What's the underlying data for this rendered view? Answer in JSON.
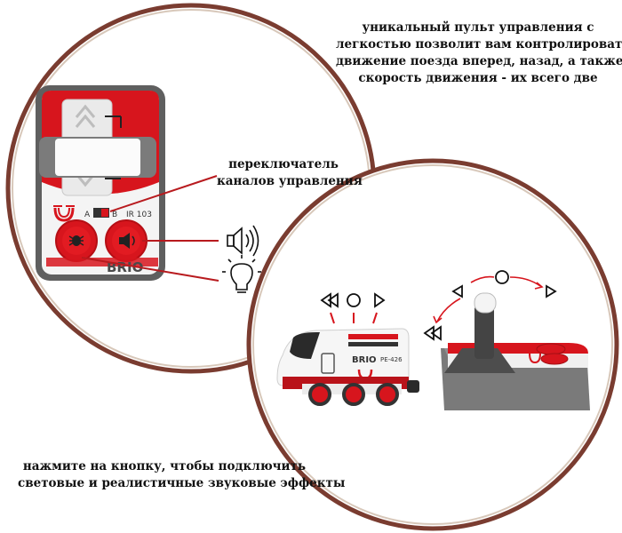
{
  "description": {
    "lines": [
      "уникальный пульт управления с",
      "легкостью позволит вам контролировать",
      "движение поезда вперед, назад, а также",
      "скорость движения - их всего две"
    ]
  },
  "channel_switch_label": {
    "lines": [
      "переключатель",
      "каналов управления"
    ]
  },
  "effects_note": {
    "lines": [
      "нажмите на кнопку, чтобы подключить",
      "световые и реалистичные звуковые эффекты"
    ]
  },
  "remote": {
    "brand": "BRIO",
    "switch_a": "A",
    "switch_b": "B",
    "model": "IR 103",
    "color_red": "#d7151d",
    "color_gray": "#6e6e6e",
    "icons": [
      "arrow-up-icon",
      "arrow-down-icon",
      "light-bug-icon",
      "speaker-icon"
    ]
  },
  "train": {
    "brand": "BRIO",
    "model": "PE-426",
    "color_red": "#d7151d"
  },
  "legend_icons": [
    "sound-icon",
    "light-bulb-icon",
    "rewind-icon",
    "stop-circle-icon",
    "play-icon"
  ],
  "colors": {
    "circle_border": "#7a3c30",
    "circle_inner": "#c8b8a8",
    "line": "#b81a1e"
  }
}
